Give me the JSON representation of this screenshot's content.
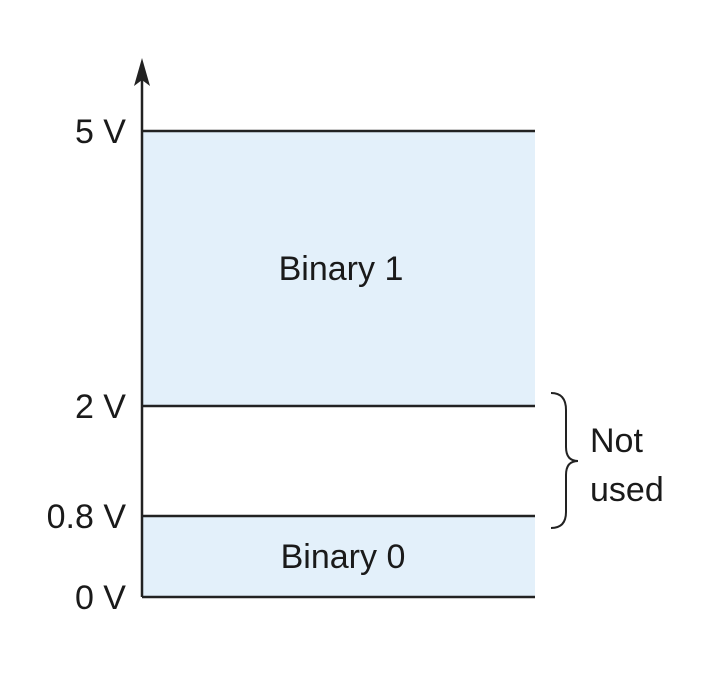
{
  "levels": {
    "v5": "5 V",
    "v2": "2 V",
    "v08": "0.8 V",
    "v0": "0 V"
  },
  "regions": {
    "binary_1": "Binary 1",
    "binary_0": "Binary 0"
  },
  "note": {
    "line1": "Not",
    "line2": "used"
  },
  "colors": {
    "region_fill": "#e3f0fa",
    "line": "#222222"
  }
}
